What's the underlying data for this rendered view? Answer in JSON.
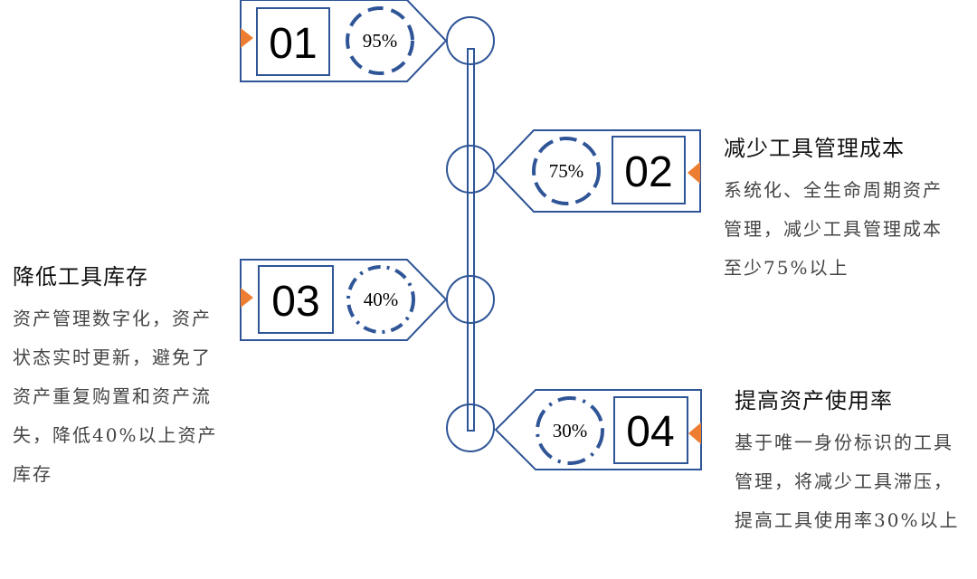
{
  "colors": {
    "outline": "#2F5597",
    "accent": "#ED7D31"
  },
  "steps": [
    {
      "number": "01",
      "percent": "95%",
      "title": "",
      "description": ""
    },
    {
      "number": "02",
      "percent": "75%",
      "title": "减少工具管理成本",
      "description": "系统化、全生命周期资产管理，减少工具管理成本至少75%以上"
    },
    {
      "number": "03",
      "percent": "40%",
      "title": "降低工具库存",
      "description": "资产管理数字化，资产状态实时更新，避免了资产重复购置和资产流失，降低40%以上资产库存"
    },
    {
      "number": "04",
      "percent": "30%",
      "title": "提高资产使用率",
      "description": "基于唯一身份标识的工具管理，将减少工具滞压，提高工具使用率30%以上"
    }
  ]
}
